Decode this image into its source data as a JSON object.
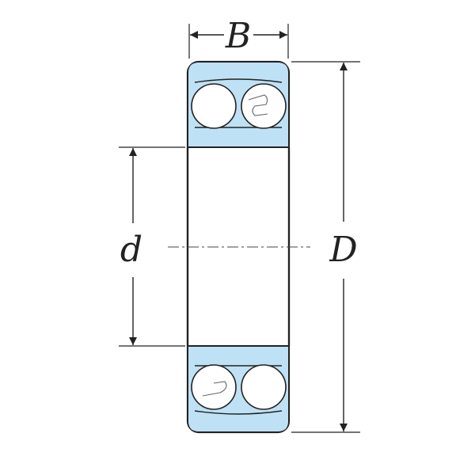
{
  "labels": {
    "width": "B",
    "bore": "d",
    "outer_diameter": "D"
  },
  "colors": {
    "outline": "#222222",
    "ring_fill": "#bfe1f5",
    "ball_fill": "#ffffff",
    "background": "#ffffff",
    "center_line": "#444444"
  }
}
